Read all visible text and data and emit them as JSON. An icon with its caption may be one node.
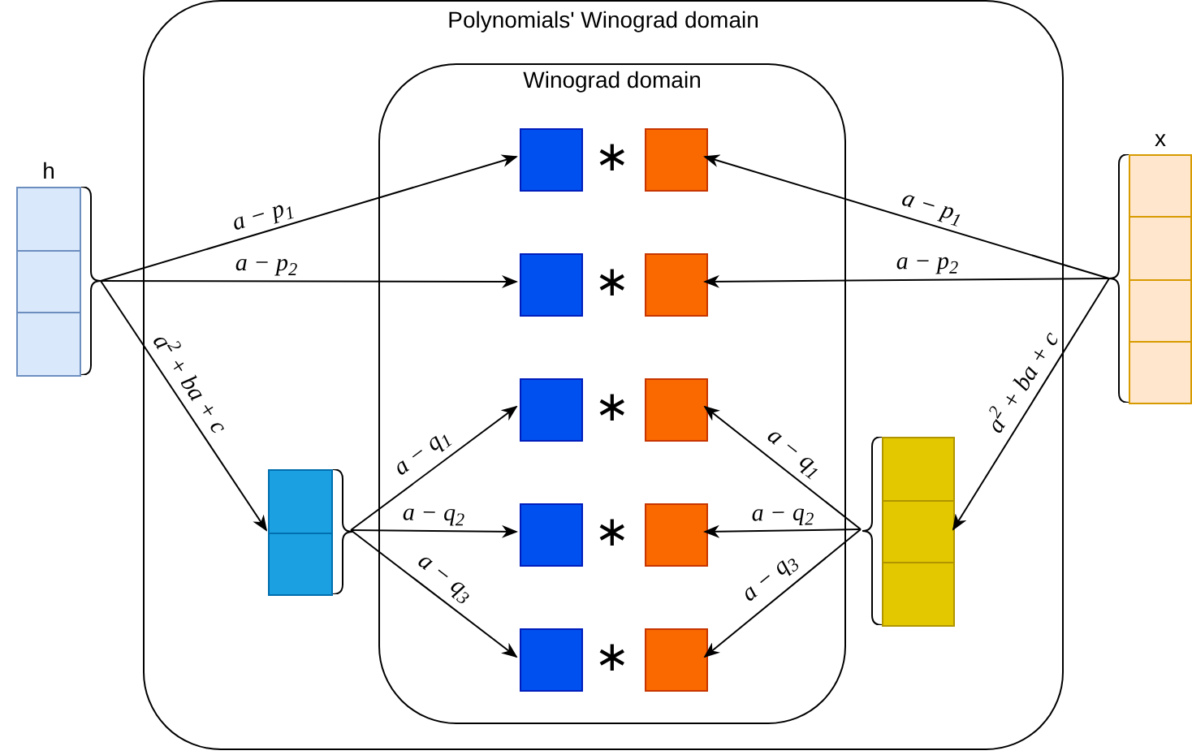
{
  "diagram": {
    "nodes": [
      {
        "text": [
          "Polynomials' Winograd domain"
        ]
      },
      {
        "text": [
          "Winograd domain"
        ],
        "in": 0
      },
      {
        "text": [
          "h"
        ]
      },
      {
        "text": [
          "x"
        ]
      },
      {
        "text": [],
        "shape": "bar",
        "in": 0
      },
      {
        "text": [],
        "shape": "bar",
        "in": 0
      },
      {
        "text": [],
        "shape": "box",
        "in": 1
      },
      {
        "text": [],
        "shape": "box",
        "in": 1
      },
      {
        "text": [],
        "shape": "box",
        "in": 1
      },
      {
        "text": [],
        "shape": "box",
        "in": 1
      },
      {
        "text": [],
        "shape": "box",
        "in": 1
      },
      {
        "text": [],
        "shape": "box",
        "in": 1
      },
      {
        "text": [],
        "shape": "box",
        "in": 1
      },
      {
        "text": [],
        "shape": "box",
        "in": 1
      },
      {
        "text": [],
        "shape": "box",
        "in": 1
      },
      {
        "text": [],
        "shape": "box",
        "in": 1
      }
    ],
    "edges": [
      {
        "from": 2,
        "to": 6,
        "arrow": "to",
        "label": "a − p$_{1}$"
      },
      {
        "from": 2,
        "to": 8,
        "arrow": "to",
        "label": "a − p$_{2}$"
      },
      {
        "from": 2,
        "to": 4,
        "arrow": "to",
        "label": "a$^{2}$ + ba + c"
      },
      {
        "from": 3,
        "to": 7,
        "arrow": "to",
        "label": "a − p$_{1}$"
      },
      {
        "from": 3,
        "to": 9,
        "arrow": "to",
        "label": "a − p$_{2}$"
      },
      {
        "from": 3,
        "to": 5,
        "arrow": "to",
        "label": "a$^{2}$ + ba + c"
      },
      {
        "from": 4,
        "to": 10,
        "arrow": "to",
        "label": "a − q$_{1}$"
      },
      {
        "from": 4,
        "to": 12,
        "arrow": "to",
        "label": "a − q$_{2}$"
      },
      {
        "from": 4,
        "to": 14,
        "arrow": "to",
        "label": "a − q$_{3}$"
      },
      {
        "from": 5,
        "to": 11,
        "arrow": "to",
        "label": "a − q$_{1}$"
      },
      {
        "from": 5,
        "to": 13,
        "arrow": "to",
        "label": "a − q$_{2}$"
      },
      {
        "from": 5,
        "to": 15,
        "arrow": "to",
        "label": "a − q$_{3}$"
      }
    ],
    "labels": [
      "∗",
      "∗",
      "∗",
      "∗",
      "∗"
    ]
  }
}
